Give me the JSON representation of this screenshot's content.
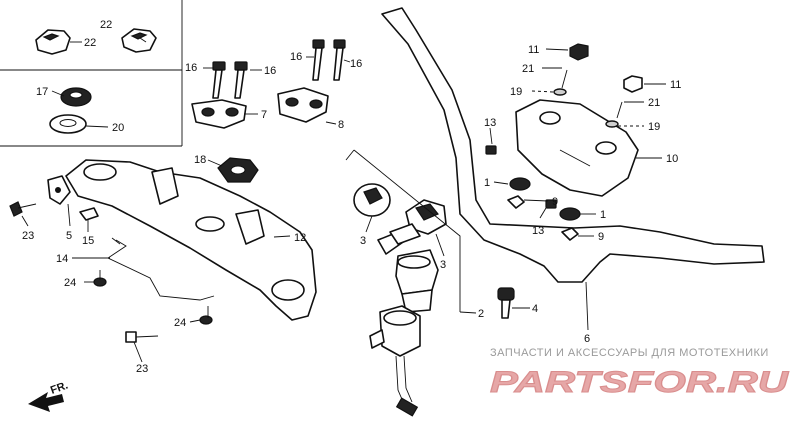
{
  "diagram": {
    "callouts": [
      {
        "id": "c22a",
        "text": "22"
      },
      {
        "id": "c22b",
        "text": "22"
      },
      {
        "id": "c17",
        "text": "17"
      },
      {
        "id": "c20",
        "text": "20"
      },
      {
        "id": "c16a",
        "text": "16"
      },
      {
        "id": "c16b",
        "text": "16"
      },
      {
        "id": "c16c",
        "text": "16"
      },
      {
        "id": "c16d",
        "text": "16"
      },
      {
        "id": "c7",
        "text": "7"
      },
      {
        "id": "c8",
        "text": "8"
      },
      {
        "id": "c18",
        "text": "18"
      },
      {
        "id": "c12",
        "text": "12"
      },
      {
        "id": "c5",
        "text": "5"
      },
      {
        "id": "c15",
        "text": "15"
      },
      {
        "id": "c23a",
        "text": "23"
      },
      {
        "id": "c14",
        "text": "14"
      },
      {
        "id": "c24a",
        "text": "24"
      },
      {
        "id": "c24b",
        "text": "24"
      },
      {
        "id": "c23b",
        "text": "23"
      },
      {
        "id": "c3a",
        "text": "3"
      },
      {
        "id": "c3b",
        "text": "3"
      },
      {
        "id": "c2",
        "text": "2"
      },
      {
        "id": "c4",
        "text": "4"
      },
      {
        "id": "c11a",
        "text": "11"
      },
      {
        "id": "c21a",
        "text": "21"
      },
      {
        "id": "c19a",
        "text": "19"
      },
      {
        "id": "c11b",
        "text": "11"
      },
      {
        "id": "c21b",
        "text": "21"
      },
      {
        "id": "c19b",
        "text": "19"
      },
      {
        "id": "c13a",
        "text": "13"
      },
      {
        "id": "c10",
        "text": "10"
      },
      {
        "id": "c1a",
        "text": "1"
      },
      {
        "id": "c9a",
        "text": "9"
      },
      {
        "id": "c1b",
        "text": "1"
      },
      {
        "id": "c13b",
        "text": "13"
      },
      {
        "id": "c9b",
        "text": "9"
      },
      {
        "id": "c6",
        "text": "6"
      }
    ],
    "front_marker": "FR.",
    "watermark": {
      "tagline": "ЗАПЧАСТИ И АКСЕССУАРЫ ДЛЯ МОТОТЕХНИКИ",
      "logo": "PARTSFOR.RU"
    }
  }
}
